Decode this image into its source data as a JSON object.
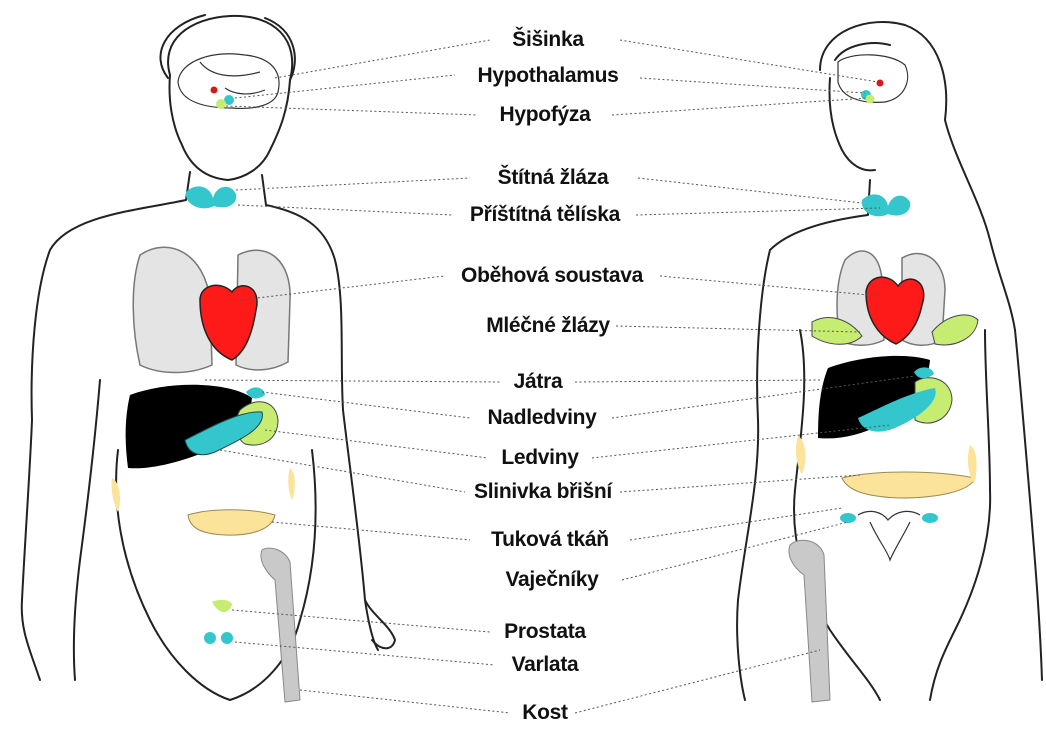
{
  "labels": [
    "Šišinka",
    "Hypothalamus",
    "Hypofýza",
    "Štítná žláza",
    "Příštítná tělíska",
    "Oběhová soustava",
    "Mléčné žlázy",
    "Játra",
    "Nadledviny",
    "Ledviny",
    "Slinivka břišní",
    "Tuková tkáň",
    "Vaječníky",
    "Prostata",
    "Varlata",
    "Kost"
  ],
  "colors": {
    "heart": "#ff1a1a",
    "liver": "#000000",
    "gland_green": "#c6ec72",
    "gland_cyan": "#33c6cc",
    "fat": "#fbe39a",
    "lung": "#e4e4e4",
    "bone": "#c9c9c9",
    "outline": "#222222"
  }
}
